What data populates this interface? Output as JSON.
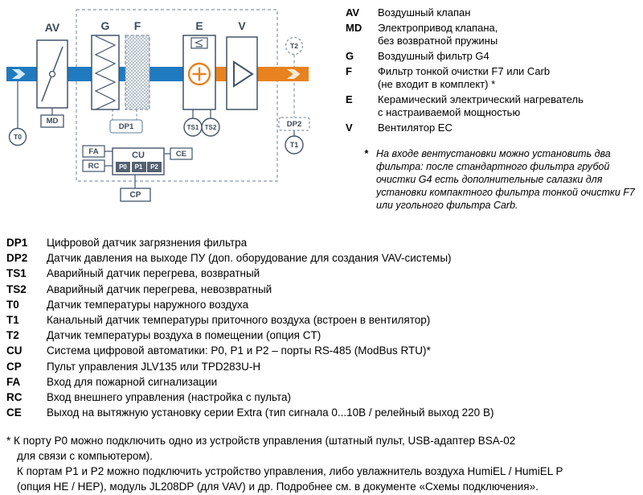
{
  "diagram": {
    "labels": {
      "av": "AV",
      "md": "MD",
      "g": "G",
      "f": "F",
      "e": "E",
      "v": "V",
      "t0": "T0",
      "t1": "T1",
      "t2": "T2",
      "dp1": "DP1",
      "dp2": "DP2",
      "ts1": "TS1",
      "ts2": "TS2",
      "cu": "CU",
      "p0": "P0",
      "p1": "P1",
      "p2": "P2",
      "fa": "FA",
      "rc": "RC",
      "ce": "CE",
      "cp": "CP"
    },
    "colors": {
      "duct_inlet_blue": "#1f7ac0",
      "duct_outlet_orange": "#e8821e",
      "outline_dark": "#44546a",
      "optional_dashed_gray": "#8a97a5"
    }
  },
  "component_legend": {
    "items": [
      {
        "key": "AV",
        "line1": "Воздушный клапан"
      },
      {
        "key": "MD",
        "line1": "Электропривод клапана,",
        "line2": "без возвратной пружины"
      },
      {
        "key": "G",
        "line1": "Воздушный фильтр G4"
      },
      {
        "key": "F",
        "line1": "Фильтр тонкой очистки F7 или Carb",
        "line2": "(не входит в комплект) *"
      },
      {
        "key": "E",
        "line1": "Керамический электрический нагреватель",
        "line2": "с настраиваемой мощностью"
      },
      {
        "key": "V",
        "line1": "Вентилятор ЕС"
      }
    ],
    "note_marker": "*",
    "note_lines": [
      "На входе вентустановки можно установить два",
      "фильтра: после стандартного фильтра грубой",
      "очистки G4 есть дополнительные салазки для",
      "установки компактного фильтра тонкой очистки F7",
      "или угольного фильтра Carb."
    ]
  },
  "sensor_legend": {
    "items": [
      {
        "key": "DP1",
        "text": "Цифровой датчик загрязнения фильтра"
      },
      {
        "key": "DP2",
        "text": "Датчик давления на выходе ПУ (доп. оборудование для создания VAV-системы)"
      },
      {
        "key": "TS1",
        "text": "Аварийный датчик перегрева, возвратный"
      },
      {
        "key": "TS2",
        "text": "Аварийный датчик перегрева, невозвратный"
      },
      {
        "key": "T0",
        "text": "Датчик температуры наружного воздуха"
      },
      {
        "key": "T1",
        "text": "Канальный датчик температуры приточного воздуха (встроен в вентилятор)"
      },
      {
        "key": "T2",
        "text": "Датчик температуры воздуха в помещении (опция CT)"
      },
      {
        "key": "CU",
        "text": "Система цифровой автоматики: P0, P1 и P2 – порты RS-485 (ModBus RTU)*"
      },
      {
        "key": "CP",
        "text": "Пульт управления JLV135 или TPD283U-H"
      },
      {
        "key": "FA",
        "text": "Вход для пожарной сигнализации"
      },
      {
        "key": "RC",
        "text": "Вход внешнего управления (настройка с пульта)"
      },
      {
        "key": "CE",
        "text": "Выход на вытяжную установку серии Extra (тип сигнала 0...10В / релейный выход 220 В)"
      }
    ]
  },
  "page_note": {
    "lines": [
      "* К порту P0 можно подключить одно из устройств управления (штатный пульт, USB-адаптер BSA-02",
      "для связи с компьютером).",
      "К портам P1 и P2 можно подключить устройство управления, либо увлажнитель воздуха HumiEL /  HumiEL P",
      "(опция HE / HEP), модуль JL208DP (для VAV) и др. Подробнее см. в документе «Схемы подключения»."
    ]
  }
}
